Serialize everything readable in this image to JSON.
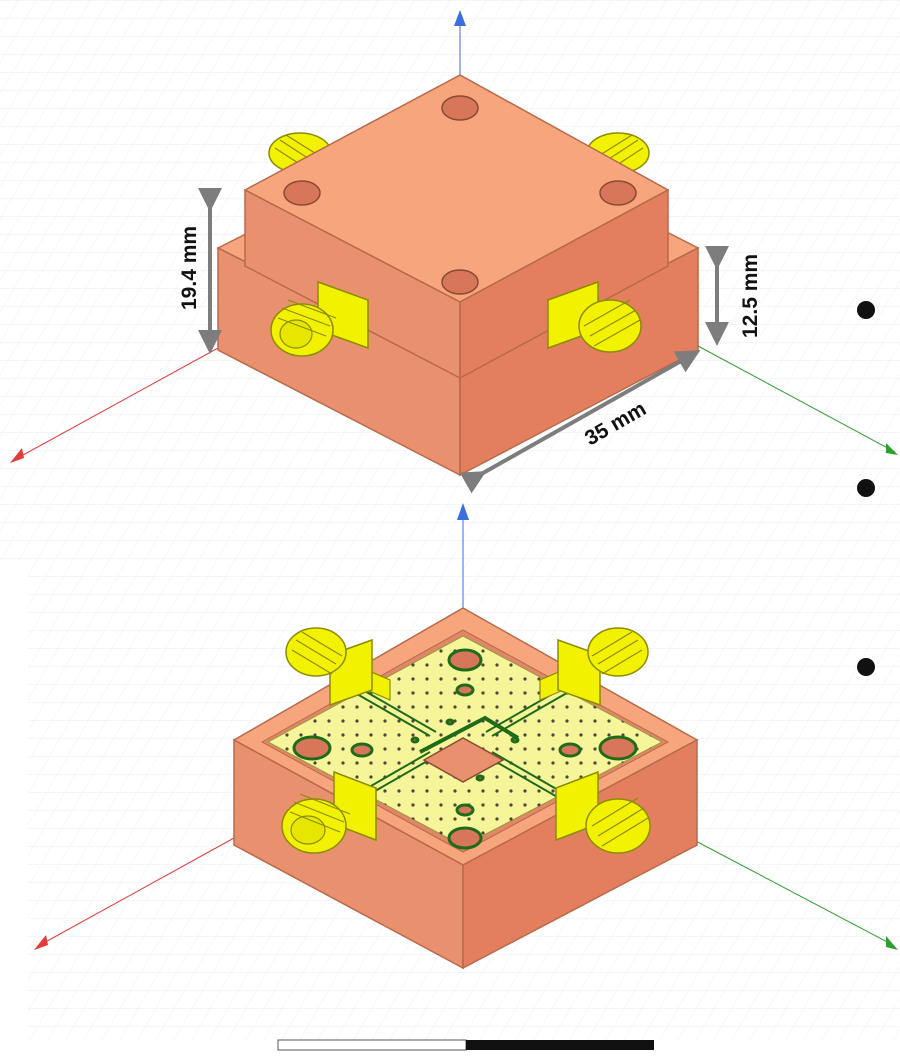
{
  "dimensions": {
    "height_label": "19.4 mm",
    "lid_height_label": "12.5 mm",
    "width_label": "35 mm"
  },
  "views": [
    {
      "name": "closed-enclosure-view"
    },
    {
      "name": "open-enclosure-view"
    }
  ],
  "bullets": 3,
  "colors": {
    "enclosure_top": "#f6a57c",
    "enclosure_left": "#e9916e",
    "enclosure_right": "#e37f5e",
    "connector": "#f2f200",
    "substrate": "#f7f59a",
    "trace": "#1e6b19",
    "axis_x": "#e23b3b",
    "axis_y": "#2f9d2f",
    "axis_z": "#3a6fe0",
    "dimension_arrow": "#7d7d7d"
  }
}
